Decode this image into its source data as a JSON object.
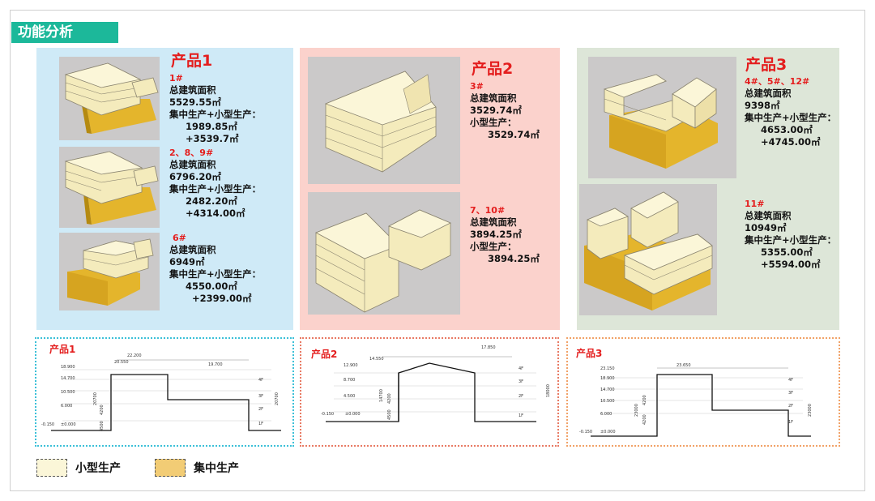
{
  "header": {
    "title": "功能分析"
  },
  "products": [
    {
      "title": "产品1",
      "blocks": [
        {
          "label": "1#",
          "area_label": "总建筑面积",
          "area": "5529.55㎡",
          "usage_label": "集中生产+小型生产：",
          "values": [
            "1989.85㎡",
            "+3539.7㎡"
          ]
        },
        {
          "label": "2、8、9#",
          "area_label": "总建筑面积",
          "area": "6796.20㎡",
          "usage_label": "集中生产+小型生产：",
          "values": [
            "2482.20㎡",
            "+4314.00㎡"
          ]
        },
        {
          "label": "6#",
          "area_label": "总建筑面积",
          "area": "6949㎡",
          "usage_label": "集中生产+小型生产：",
          "values": [
            "4550.00㎡",
            "+2399.00㎡"
          ]
        }
      ]
    },
    {
      "title": "产品2",
      "blocks": [
        {
          "label": "3#",
          "area_label": "总建筑面积",
          "area": "3529.74㎡",
          "usage_label": "小型生产：",
          "values": [
            "3529.74㎡"
          ]
        },
        {
          "label": "7、10#",
          "area_label": "总建筑面积",
          "area": "3894.25㎡",
          "usage_label": "小型生产：",
          "values": [
            "3894.25㎡"
          ]
        }
      ]
    },
    {
      "title": "产品3",
      "blocks": [
        {
          "label": "4#、5#、12#",
          "area_label": "总建筑面积",
          "area": "9398㎡",
          "usage_label": "集中生产+小型生产：",
          "values": [
            "4653.00㎡",
            "+4745.00㎡"
          ]
        },
        {
          "label": "11#",
          "area_label": "总建筑面积",
          "area": "10949㎡",
          "usage_label": "集中生产+小型生产：",
          "values": [
            "5355.00㎡",
            "+5594.00㎡"
          ]
        }
      ]
    }
  ],
  "sections": [
    {
      "title": "产品1",
      "top_dims": [
        "22.200",
        "20.550",
        "19.700"
      ],
      "levels": [
        "18.900",
        "14.700",
        "10.500",
        "6.000",
        "-0.150",
        "±0.000"
      ],
      "floors": [
        "4F",
        "3F",
        "2F",
        "1F"
      ],
      "heights": [
        "20700",
        "4500",
        "4200",
        "4200",
        "4200"
      ]
    },
    {
      "title": "产品2",
      "top_dims": [
        "14.550",
        "17.850"
      ],
      "levels": [
        "12.900",
        "8.700",
        "4.500",
        "-0.150",
        "±0.000"
      ],
      "floors": [
        "4F",
        "3F",
        "2F",
        "1F"
      ],
      "heights": [
        "14700",
        "18000",
        "4500",
        "4200",
        "4200"
      ]
    },
    {
      "title": "产品3",
      "top_dims": [
        "23.150",
        "23.650"
      ],
      "levels": [
        "18.900",
        "14.700",
        "10.500",
        "6.000",
        "-0.150",
        "±0.000"
      ],
      "floors": [
        "4F",
        "3F",
        "2F",
        "1F"
      ],
      "heights": [
        "23000",
        "4200",
        "4200",
        "4200",
        "4200"
      ]
    }
  ],
  "legend": [
    {
      "label": "小型生产",
      "color": "#fbf6d8"
    },
    {
      "label": "集中生产",
      "color": "#f2cc75"
    }
  ],
  "colors": {
    "accent": "#1cb89a",
    "red": "#e41e1e",
    "light_volume": "#f5ecbc",
    "dark_volume": "#e4b52c"
  }
}
